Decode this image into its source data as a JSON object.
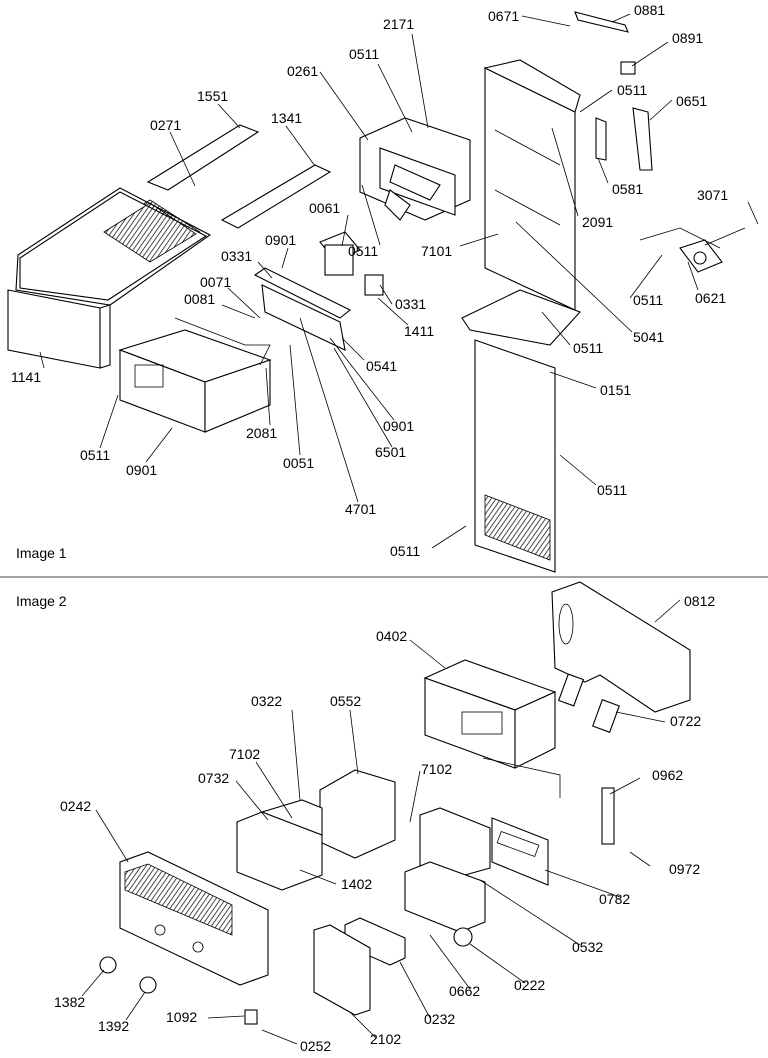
{
  "sections": [
    {
      "caption": "Image 1",
      "labels": [
        "0671",
        "0881",
        "2171",
        "0891",
        "0511",
        "0261",
        "0511",
        "0651",
        "1551",
        "0271",
        "1341",
        "0581",
        "3071",
        "2091",
        "0061",
        "0901",
        "0331",
        "0071",
        "0081",
        "7101",
        "0511",
        "0621",
        "0331",
        "1411",
        "0541",
        "0511",
        "5041",
        "1141",
        "0151",
        "0901",
        "0511",
        "6501",
        "2081",
        "0051",
        "0511",
        "0901",
        "4701",
        "0511"
      ]
    },
    {
      "caption": "Image 2",
      "labels": [
        "0812",
        "0402",
        "0552",
        "0722",
        "0322",
        "7102",
        "7102",
        "0732",
        "0962",
        "0242",
        "1402",
        "0972",
        "0782",
        "0532",
        "0222",
        "0662",
        "1382",
        "1392",
        "1092",
        "0232",
        "0252",
        "2102"
      ]
    }
  ]
}
